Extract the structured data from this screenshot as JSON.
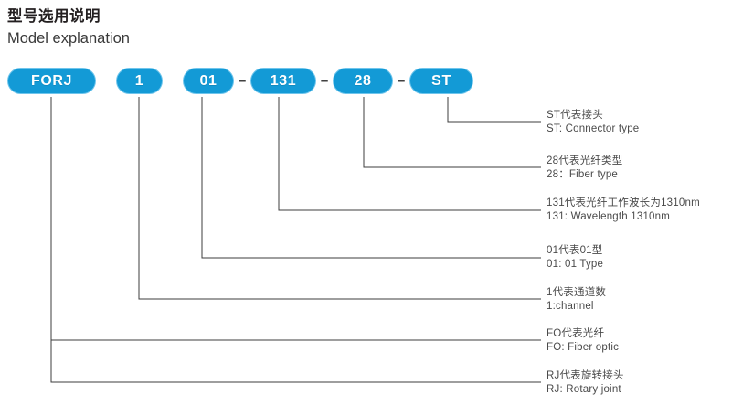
{
  "header": {
    "title_cn": "型号选用说明",
    "title_en": "Model explanation"
  },
  "code": {
    "separator": "–",
    "segments": [
      {
        "key": "series",
        "label": "FORJ"
      },
      {
        "key": "channel",
        "label": "1"
      },
      {
        "key": "type",
        "label": "01"
      },
      {
        "key": "wavelength",
        "label": "131"
      },
      {
        "key": "fiber",
        "label": "28"
      },
      {
        "key": "connector",
        "label": "ST"
      }
    ]
  },
  "annotations": [
    {
      "cn": "ST代表接头",
      "en": "ST: Connector type"
    },
    {
      "cn": "28代表光纤类型",
      "en": "28：Fiber type"
    },
    {
      "cn": "131代表光纤工作波长为1310nm",
      "en": "131: Wavelength 1310nm"
    },
    {
      "cn": "01代表01型",
      "en": "01: 01 Type"
    },
    {
      "cn": "1代表通道数",
      "en": "1:channel"
    },
    {
      "cn": "FO代表光纤",
      "en": "FO:  Fiber optic"
    },
    {
      "cn": "RJ代表旋转接头",
      "en": "RJ:  Rotary joint"
    }
  ],
  "colors": {
    "pill_fill": "#139ad6",
    "pill_border": "#6fc5ec",
    "pill_text": "#ffffff",
    "leader_line": "#3c3c3c",
    "title_text": "#231f20",
    "note_text": "#4a4a4a"
  }
}
